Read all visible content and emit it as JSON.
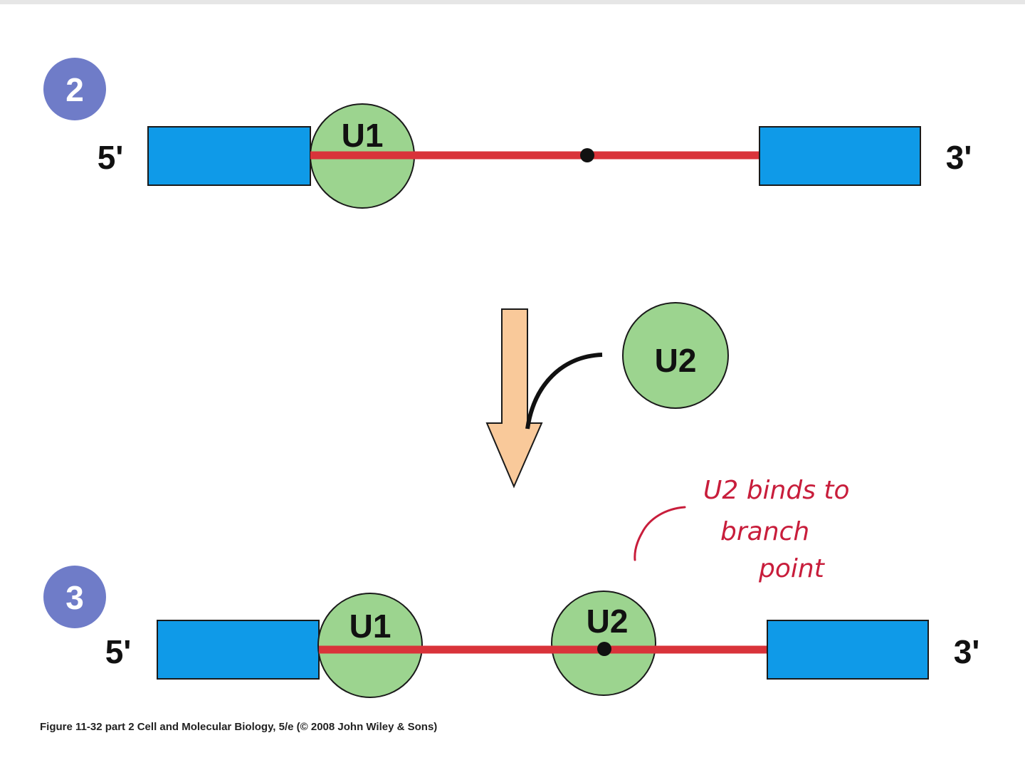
{
  "step2": {
    "number": "2",
    "five_prime": "5'",
    "three_prime": "3'",
    "u1_label": "U1"
  },
  "transition": {
    "u2_label": "U2"
  },
  "step3": {
    "number": "3",
    "five_prime": "5'",
    "three_prime": "3'",
    "u1_label": "U1",
    "u2_label": "U2"
  },
  "annotation": {
    "line1": "U2 binds to",
    "line2": "branch",
    "line3": "point"
  },
  "caption": "Figure 11-32 part 2  Cell and Molecular Biology, 5/e (© 2008 John Wiley & Sons)",
  "colors": {
    "exon": "#0f9ae8",
    "intron": "#d9333a",
    "snrnp": "#9cd48f",
    "step_badge": "#6f7cc8",
    "arrow": "#f9c99a",
    "annotation": "#c81d3b"
  }
}
